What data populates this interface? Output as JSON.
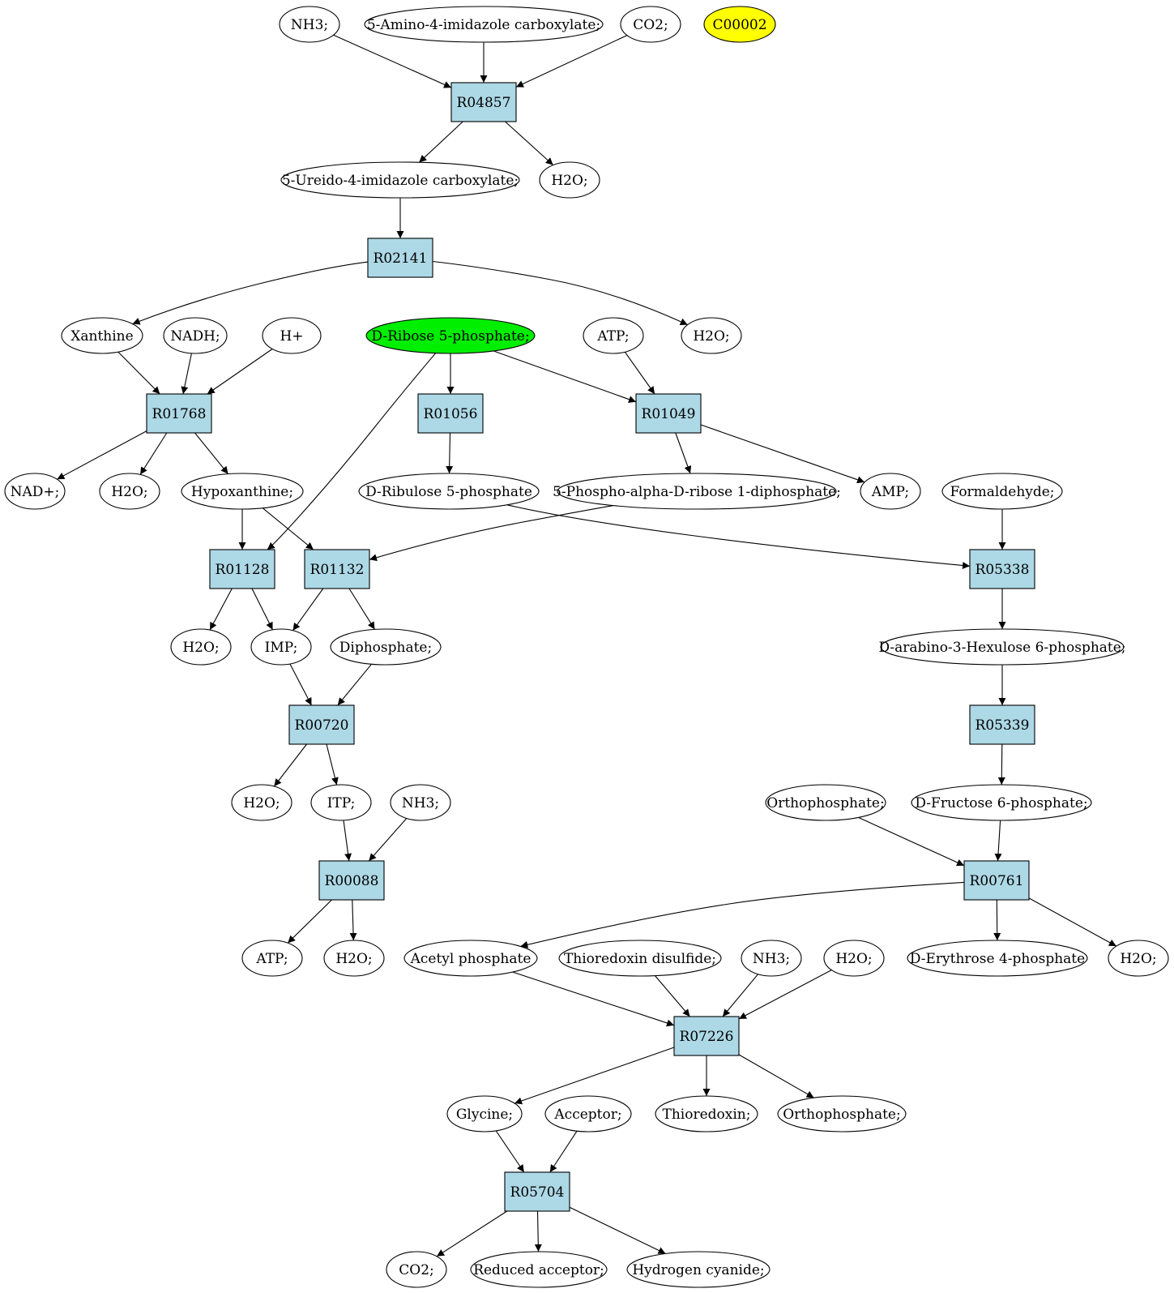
{
  "colors": {
    "reaction_fill": "#add8e6",
    "compound_fill": "#ffffff",
    "highlight_green": "#00ee00",
    "highlight_yellow": "#ffff00"
  },
  "nodes": [
    {
      "id": "c_nh3_a",
      "label": "NH3;",
      "kind": "compound"
    },
    {
      "id": "c_aic",
      "label": "5-Amino-4-imidazole carboxylate;",
      "kind": "compound"
    },
    {
      "id": "c_co2_a",
      "label": "CO2;",
      "kind": "compound"
    },
    {
      "id": "c_c00002",
      "label": "C00002",
      "kind": "compound",
      "fill": "highlight_yellow"
    },
    {
      "id": "r_R04857",
      "label": "R04857",
      "kind": "reaction"
    },
    {
      "id": "c_uic",
      "label": "5-Ureido-4-imidazole carboxylate;",
      "kind": "compound"
    },
    {
      "id": "c_h2o_a",
      "label": "H2O;",
      "kind": "compound"
    },
    {
      "id": "r_R02141",
      "label": "R02141",
      "kind": "reaction"
    },
    {
      "id": "c_xanthine",
      "label": "Xanthine",
      "kind": "compound"
    },
    {
      "id": "c_nadh",
      "label": "NADH;",
      "kind": "compound"
    },
    {
      "id": "c_hplus",
      "label": "H+",
      "kind": "compound"
    },
    {
      "id": "c_r5p",
      "label": "D-Ribose 5-phosphate;",
      "kind": "compound",
      "fill": "highlight_green"
    },
    {
      "id": "c_atp_a",
      "label": "ATP;",
      "kind": "compound"
    },
    {
      "id": "c_h2o_b",
      "label": "H2O;",
      "kind": "compound"
    },
    {
      "id": "r_R01768",
      "label": "R01768",
      "kind": "reaction"
    },
    {
      "id": "r_R01056",
      "label": "R01056",
      "kind": "reaction"
    },
    {
      "id": "r_R01049",
      "label": "R01049",
      "kind": "reaction"
    },
    {
      "id": "c_nadplus",
      "label": "NAD+;",
      "kind": "compound"
    },
    {
      "id": "c_h2o_c",
      "label": "H2O;",
      "kind": "compound"
    },
    {
      "id": "c_hypox",
      "label": "Hypoxanthine;",
      "kind": "compound"
    },
    {
      "id": "c_ru5p",
      "label": "D-Ribulose 5-phosphate",
      "kind": "compound"
    },
    {
      "id": "c_prpp",
      "label": "5-Phospho-alpha-D-ribose 1-diphosphate;",
      "kind": "compound"
    },
    {
      "id": "c_amp",
      "label": "AMP;",
      "kind": "compound"
    },
    {
      "id": "c_formaldehyde",
      "label": "Formaldehyde;",
      "kind": "compound"
    },
    {
      "id": "r_R01128",
      "label": "R01128",
      "kind": "reaction"
    },
    {
      "id": "r_R01132",
      "label": "R01132",
      "kind": "reaction"
    },
    {
      "id": "r_R05338",
      "label": "R05338",
      "kind": "reaction"
    },
    {
      "id": "c_h2o_d",
      "label": "H2O;",
      "kind": "compound"
    },
    {
      "id": "c_imp",
      "label": "IMP;",
      "kind": "compound"
    },
    {
      "id": "c_diphosphate",
      "label": "Diphosphate;",
      "kind": "compound"
    },
    {
      "id": "c_hexulose",
      "label": "D-arabino-3-Hexulose 6-phosphate;",
      "kind": "compound"
    },
    {
      "id": "r_R00720",
      "label": "R00720",
      "kind": "reaction"
    },
    {
      "id": "r_R05339",
      "label": "R05339",
      "kind": "reaction"
    },
    {
      "id": "c_h2o_e",
      "label": "H2O;",
      "kind": "compound"
    },
    {
      "id": "c_itp",
      "label": "ITP;",
      "kind": "compound"
    },
    {
      "id": "c_nh3_b",
      "label": "NH3;",
      "kind": "compound"
    },
    {
      "id": "c_ortho_a",
      "label": "Orthophosphate;",
      "kind": "compound"
    },
    {
      "id": "c_f6p",
      "label": "D-Fructose 6-phosphate;",
      "kind": "compound"
    },
    {
      "id": "r_R00088",
      "label": "R00088",
      "kind": "reaction"
    },
    {
      "id": "r_R00761",
      "label": "R00761",
      "kind": "reaction"
    },
    {
      "id": "c_atp_b",
      "label": "ATP;",
      "kind": "compound"
    },
    {
      "id": "c_h2o_f",
      "label": "H2O;",
      "kind": "compound"
    },
    {
      "id": "c_acetylp",
      "label": "Acetyl phosphate",
      "kind": "compound"
    },
    {
      "id": "c_trxss",
      "label": "Thioredoxin disulfide;",
      "kind": "compound"
    },
    {
      "id": "c_nh3_c",
      "label": "NH3;",
      "kind": "compound"
    },
    {
      "id": "c_h2o_g",
      "label": "H2O;",
      "kind": "compound"
    },
    {
      "id": "c_e4p",
      "label": "D-Erythrose 4-phosphate",
      "kind": "compound"
    },
    {
      "id": "c_h2o_h",
      "label": "H2O;",
      "kind": "compound"
    },
    {
      "id": "r_R07226",
      "label": "R07226",
      "kind": "reaction"
    },
    {
      "id": "c_glycine",
      "label": "Glycine;",
      "kind": "compound"
    },
    {
      "id": "c_acceptor",
      "label": "Acceptor;",
      "kind": "compound"
    },
    {
      "id": "c_trx",
      "label": "Thioredoxin;",
      "kind": "compound"
    },
    {
      "id": "c_ortho_b",
      "label": "Orthophosphate;",
      "kind": "compound"
    },
    {
      "id": "r_R05704",
      "label": "R05704",
      "kind": "reaction"
    },
    {
      "id": "c_co2_b",
      "label": "CO2;",
      "kind": "compound"
    },
    {
      "id": "c_redacc",
      "label": "Reduced acceptor;",
      "kind": "compound"
    },
    {
      "id": "c_hcn",
      "label": "Hydrogen cyanide;",
      "kind": "compound"
    }
  ],
  "edges": [
    [
      "c_nh3_a",
      "r_R04857"
    ],
    [
      "c_aic",
      "r_R04857"
    ],
    [
      "c_co2_a",
      "r_R04857"
    ],
    [
      "r_R04857",
      "c_uic"
    ],
    [
      "r_R04857",
      "c_h2o_a"
    ],
    [
      "c_uic",
      "r_R02141"
    ],
    [
      "r_R02141",
      "c_xanthine"
    ],
    [
      "r_R02141",
      "c_h2o_b"
    ],
    [
      "c_xanthine",
      "r_R01768"
    ],
    [
      "c_nadh",
      "r_R01768"
    ],
    [
      "c_hplus",
      "r_R01768"
    ],
    [
      "r_R01768",
      "c_nadplus"
    ],
    [
      "r_R01768",
      "c_h2o_c"
    ],
    [
      "r_R01768",
      "c_hypox"
    ],
    [
      "c_r5p",
      "r_R01056"
    ],
    [
      "c_r5p",
      "r_R01049"
    ],
    [
      "c_r5p",
      "r_R01128"
    ],
    [
      "c_atp_a",
      "r_R01049"
    ],
    [
      "r_R01056",
      "c_ru5p"
    ],
    [
      "r_R01049",
      "c_prpp"
    ],
    [
      "r_R01049",
      "c_amp"
    ],
    [
      "c_hypox",
      "r_R01128"
    ],
    [
      "c_hypox",
      "r_R01132"
    ],
    [
      "c_prpp",
      "r_R01132"
    ],
    [
      "c_ru5p",
      "r_R05338"
    ],
    [
      "c_formaldehyde",
      "r_R05338"
    ],
    [
      "r_R01128",
      "c_h2o_d"
    ],
    [
      "r_R01128",
      "c_imp"
    ],
    [
      "r_R01132",
      "c_imp"
    ],
    [
      "r_R01132",
      "c_diphosphate"
    ],
    [
      "c_imp",
      "r_R00720"
    ],
    [
      "c_diphosphate",
      "r_R00720"
    ],
    [
      "r_R05338",
      "c_hexulose"
    ],
    [
      "c_hexulose",
      "r_R05339"
    ],
    [
      "r_R05339",
      "c_f6p"
    ],
    [
      "r_R00720",
      "c_h2o_e"
    ],
    [
      "r_R00720",
      "c_itp"
    ],
    [
      "c_itp",
      "r_R00088"
    ],
    [
      "c_nh3_b",
      "r_R00088"
    ],
    [
      "r_R00088",
      "c_atp_b"
    ],
    [
      "r_R00088",
      "c_h2o_f"
    ],
    [
      "c_ortho_a",
      "r_R00761"
    ],
    [
      "c_f6p",
      "r_R00761"
    ],
    [
      "r_R00761",
      "c_acetylp"
    ],
    [
      "r_R00761",
      "c_e4p"
    ],
    [
      "r_R00761",
      "c_h2o_h"
    ],
    [
      "c_acetylp",
      "r_R07226"
    ],
    [
      "c_trxss",
      "r_R07226"
    ],
    [
      "c_nh3_c",
      "r_R07226"
    ],
    [
      "c_h2o_g",
      "r_R07226"
    ],
    [
      "r_R07226",
      "c_glycine"
    ],
    [
      "r_R07226",
      "c_trx"
    ],
    [
      "r_R07226",
      "c_ortho_b"
    ],
    [
      "c_glycine",
      "r_R05704"
    ],
    [
      "c_acceptor",
      "r_R05704"
    ],
    [
      "r_R05704",
      "c_co2_b"
    ],
    [
      "r_R05704",
      "c_redacc"
    ],
    [
      "r_R05704",
      "c_hcn"
    ]
  ]
}
